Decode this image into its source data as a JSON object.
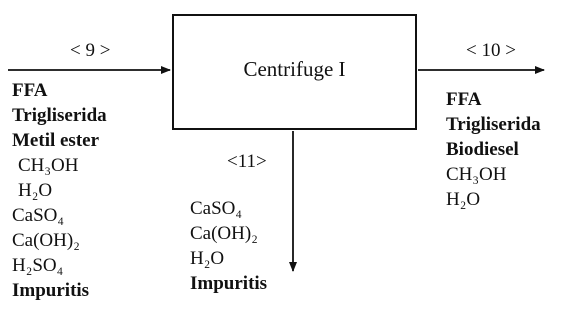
{
  "unit": {
    "label": "Centrifuge I"
  },
  "streams": {
    "in": {
      "label": "< 9 >",
      "components": [
        {
          "text": "FFA",
          "bold": true
        },
        {
          "text": "Trigliserida",
          "bold": true
        },
        {
          "text": "Metil ester",
          "bold": true
        },
        {
          "text": "CH₃OH",
          "bold": false
        },
        {
          "text": "H₂O",
          "bold": false
        },
        {
          "text": "CaSO₄",
          "bold": false
        },
        {
          "text": "Ca(OH)₂",
          "bold": false
        },
        {
          "text": "H₂SO₄",
          "bold": false
        },
        {
          "text": "Impuritis",
          "bold": true
        }
      ]
    },
    "out": {
      "label": "< 10 >",
      "components": [
        {
          "text": "FFA",
          "bold": true
        },
        {
          "text": "Trigliserida",
          "bold": true
        },
        {
          "text": "Biodiesel",
          "bold": true
        },
        {
          "text": "CH₃OH",
          "bold": false
        },
        {
          "text": "H₂O",
          "bold": false
        }
      ]
    },
    "bottom": {
      "label": "<11>",
      "components": [
        {
          "text": "CaSO₄",
          "bold": false
        },
        {
          "text": "Ca(OH)₂",
          "bold": false
        },
        {
          "text": "H₂O",
          "bold": false
        },
        {
          "text": "Impuritis",
          "bold": true
        }
      ]
    }
  }
}
